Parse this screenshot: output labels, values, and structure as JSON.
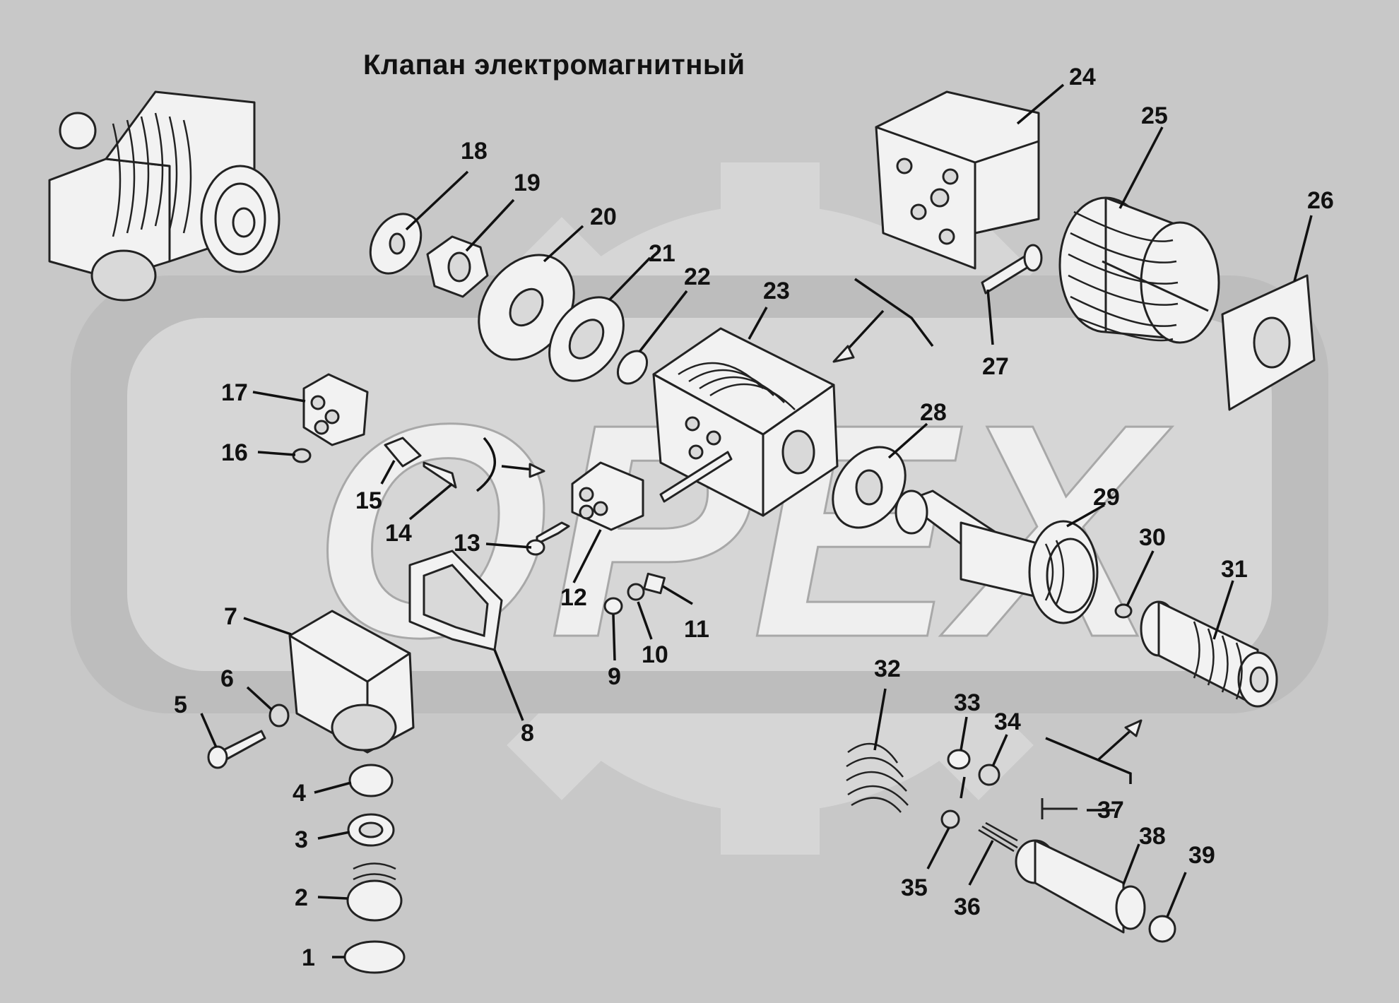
{
  "title": "Клапан электромагнитный",
  "watermark": "OPEX",
  "colors": {
    "background": "#c8c8c8",
    "watermark_fill": "#d8d8d8",
    "watermark_band": "#bdbdbd",
    "ink": "#111111"
  },
  "callouts": [
    "1",
    "2",
    "3",
    "4",
    "5",
    "6",
    "7",
    "8",
    "9",
    "10",
    "11",
    "12",
    "13",
    "14",
    "15",
    "16",
    "17",
    "18",
    "19",
    "20",
    "21",
    "22",
    "23",
    "24",
    "25",
    "26",
    "27",
    "28",
    "29",
    "30",
    "31",
    "32",
    "33",
    "34",
    "35",
    "36",
    "37",
    "38",
    "39"
  ]
}
